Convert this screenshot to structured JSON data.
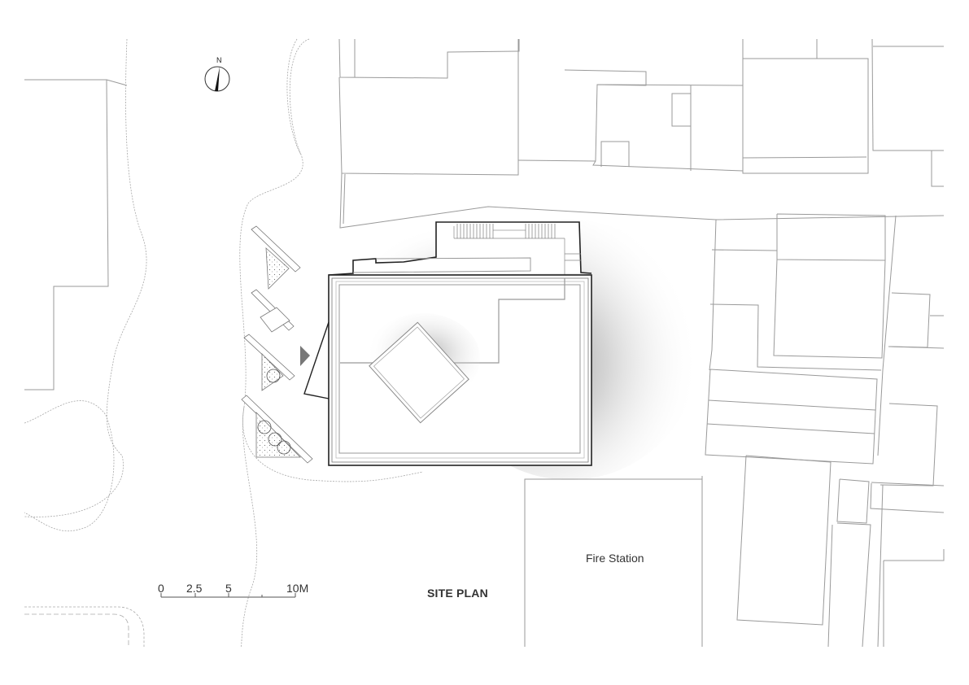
{
  "drawing": {
    "title": "SITE PLAN",
    "type": "architectural site plan"
  },
  "labels": {
    "fire_station": "Fire Station",
    "north": "N"
  },
  "scale_bar": {
    "ticks": [
      "0",
      "2.5",
      "5",
      "10M"
    ],
    "unit": "M"
  },
  "colors": {
    "background": "#ffffff",
    "line_gray": "#9a9a9a",
    "line_dark": "#222222",
    "shadow": "#888888",
    "entrance_arrow": "#777777"
  },
  "icons": {
    "north_arrow": "north-arrow-icon",
    "entrance_marker": "entrance-arrow-icon"
  }
}
